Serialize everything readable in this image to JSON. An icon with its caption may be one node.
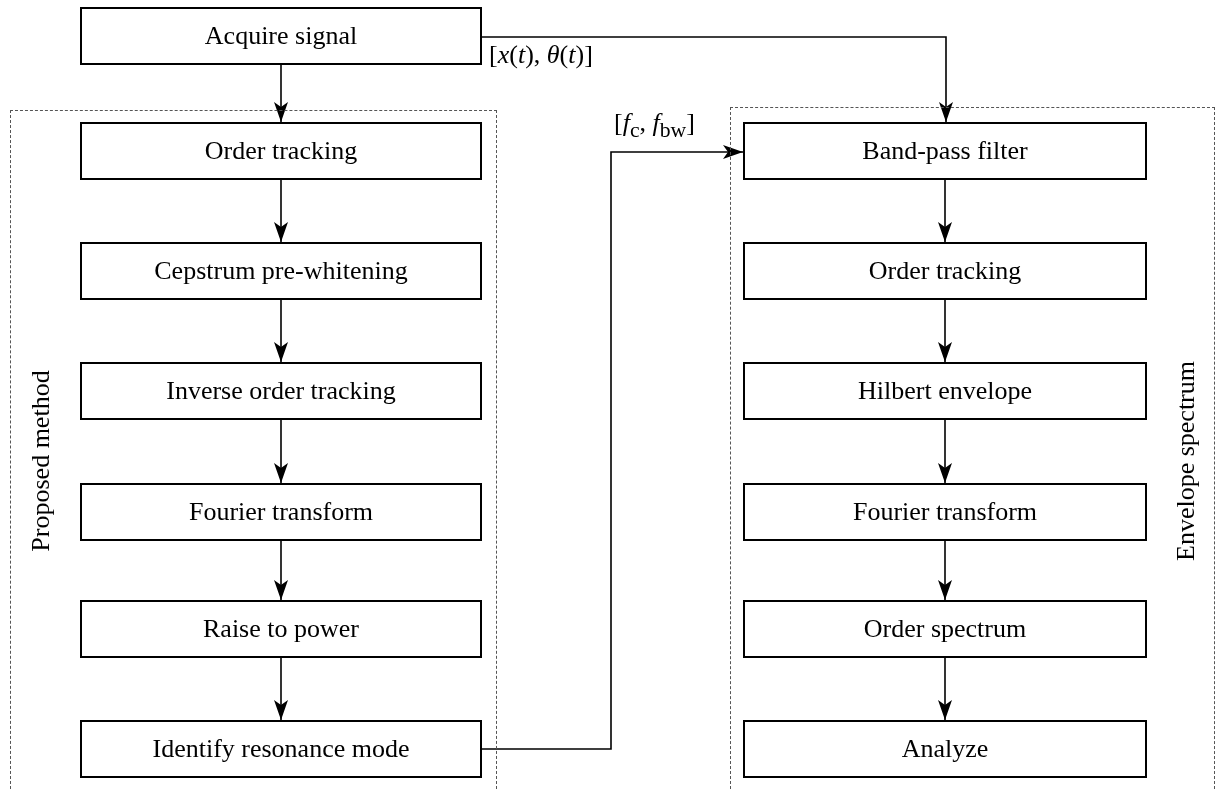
{
  "diagram": {
    "nodes": [
      {
        "text": [
          "Acquire signal"
        ]
      },
      {
        "text": [
          "Proposed method"
        ]
      },
      {
        "text": [
          "Order tracking"
        ],
        "in": 1
      },
      {
        "text": [
          "Cepstrum pre-whitening"
        ],
        "in": 1
      },
      {
        "text": [
          "Inverse order tracking"
        ],
        "in": 1
      },
      {
        "text": [
          "Fourier transform"
        ],
        "in": 1
      },
      {
        "text": [
          "Raise to power"
        ],
        "in": 1
      },
      {
        "text": [
          "Identify resonance mode"
        ],
        "in": 1
      },
      {
        "text": [
          "Envelope spectrum"
        ]
      },
      {
        "text": [
          "Band-pass filter"
        ],
        "in": 8
      },
      {
        "text": [
          "Order tracking"
        ],
        "in": 8
      },
      {
        "text": [
          "Hilbert envelope"
        ],
        "in": 8
      },
      {
        "text": [
          "Fourier transform"
        ],
        "in": 8
      },
      {
        "text": [
          "Order spectrum"
        ],
        "in": 8
      },
      {
        "text": [
          "Analyze"
        ],
        "in": 8
      }
    ],
    "edges": [
      {
        "from": 0,
        "to": 2,
        "arrow": "to"
      },
      {
        "from": 0,
        "to": 9,
        "arrow": "to",
        "label": "[*x*(*t*), *θ*(*t*)]"
      },
      {
        "from": 2,
        "to": 3,
        "arrow": "to"
      },
      {
        "from": 3,
        "to": 4,
        "arrow": "to"
      },
      {
        "from": 4,
        "to": 5,
        "arrow": "to"
      },
      {
        "from": 5,
        "to": 6,
        "arrow": "to"
      },
      {
        "from": 6,
        "to": 7,
        "arrow": "to"
      },
      {
        "from": 7,
        "to": 9,
        "arrow": "to",
        "label": "[*f*$_{c}$, *f*$_{bw}$]"
      },
      {
        "from": 9,
        "to": 10,
        "arrow": "to"
      },
      {
        "from": 10,
        "to": 11,
        "arrow": "to"
      },
      {
        "from": 11,
        "to": 12,
        "arrow": "to"
      },
      {
        "from": 12,
        "to": 13,
        "arrow": "to"
      },
      {
        "from": 13,
        "to": 14,
        "arrow": "to"
      }
    ]
  }
}
